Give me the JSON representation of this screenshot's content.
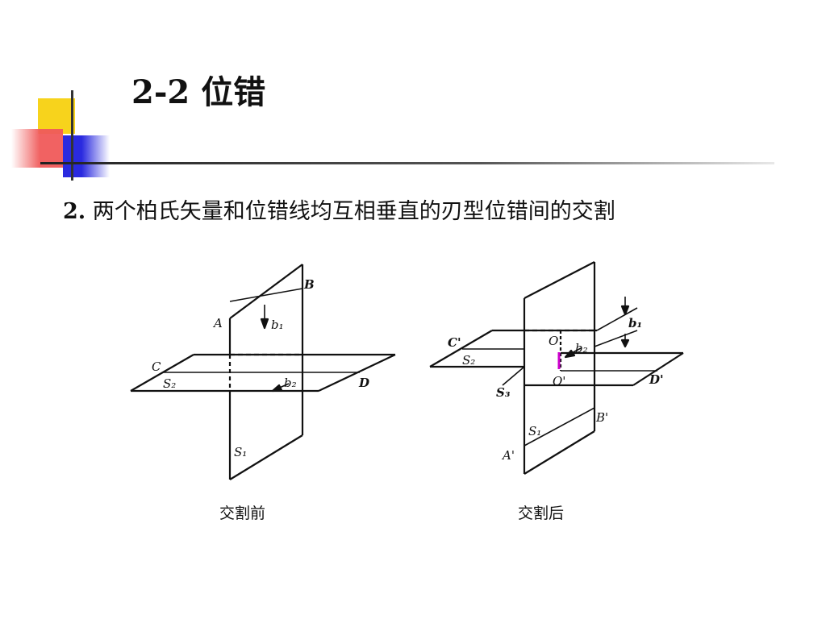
{
  "slide": {
    "title": "2-2 位错",
    "subtitle_num": "2.",
    "subtitle_text": " 两个柏氏矢量和位错线均互相垂直的刃型位错间的交割",
    "colors": {
      "yellow": "#f7d31c",
      "red": "#f05a5a",
      "blue": "#2a2adf",
      "rule": "#333333",
      "accent": "#cc00cc"
    }
  },
  "left_diagram": {
    "caption": "交割前",
    "labels": {
      "A": "A",
      "B": "B",
      "C": "C",
      "D": "D",
      "b1": "b₁",
      "b2": "b₂",
      "S1": "S₁",
      "S2": "S₂"
    }
  },
  "right_diagram": {
    "caption": "交割后",
    "labels": {
      "A": "A'",
      "B": "B'",
      "C": "C'",
      "D": "D'",
      "O": "O",
      "Op": "O'",
      "b1": "b₁",
      "b2": "b₂",
      "S1": "S₁",
      "S2": "S₂",
      "S3": "S₃"
    }
  }
}
